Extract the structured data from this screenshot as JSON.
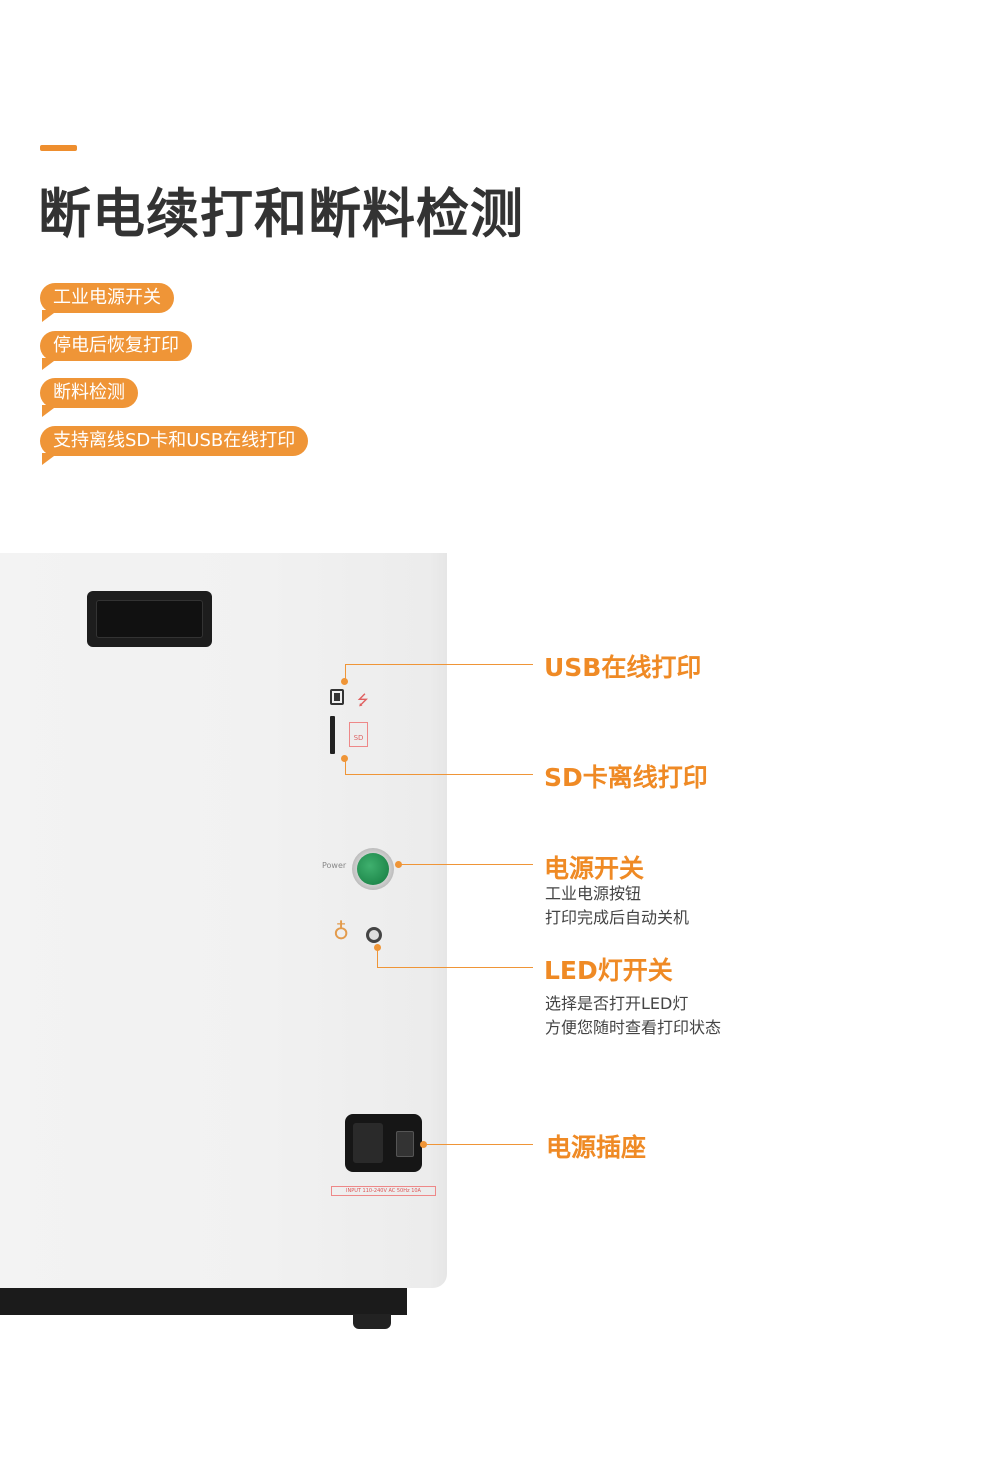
{
  "title": "断电续打和断料检测",
  "features": [
    "工业电源开关",
    "停电后恢复打印",
    "断料检测",
    "支持离线SD卡和USB在线打印"
  ],
  "callouts": {
    "usb": {
      "title": "USB在线打印"
    },
    "sd": {
      "title": "SD卡离线打印"
    },
    "power": {
      "title": "电源开关",
      "desc": [
        "工业电源按钮",
        "打印完成后自动关机"
      ]
    },
    "led": {
      "title": "LED灯开关",
      "desc": [
        "选择是否打开LED灯",
        "方便您随时查看打印状态"
      ]
    },
    "socket": {
      "title": "电源插座"
    }
  },
  "device": {
    "power_label": "Power",
    "sd_icon_text": "SD",
    "socket_rating": "INPUT 110-240V AC 50Hz 10A"
  },
  "colors": {
    "accent": "#ef9537",
    "title": "#333333"
  }
}
